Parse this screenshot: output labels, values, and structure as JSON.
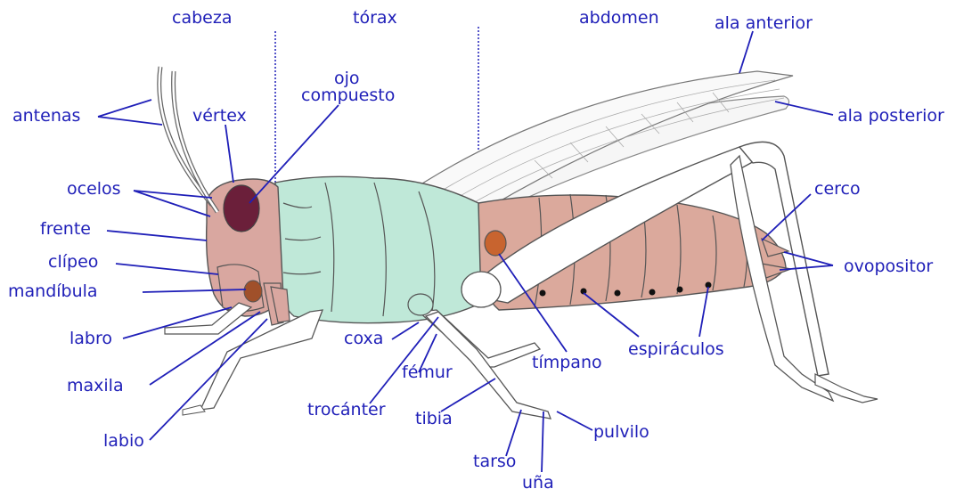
{
  "colors": {
    "label": "#1f1fb8",
    "head": "#d9a7a0",
    "thorax": "#bfe8d8",
    "abdomen": "#dba99c",
    "eye": "#6b1f3a",
    "outline": "#5a5a5a"
  },
  "regions": {
    "head": "cabeza",
    "thorax": "tórax",
    "abdomen": "abdomen"
  },
  "labels": {
    "antennae": "antenas",
    "vertex": "vértex",
    "compound_eye_1": "ojo",
    "compound_eye_2": "compuesto",
    "ocelli": "ocelos",
    "front": "frente",
    "clypeus": "clípeo",
    "mandible": "mandíbula",
    "labrum": "labro",
    "maxilla": "maxila",
    "labium": "labio",
    "coxa": "coxa",
    "femur": "fémur",
    "trochanter": "trocánter",
    "tibia": "tibia",
    "tarsus": "tarso",
    "claw": "uña",
    "pulvillus": "pulvilo",
    "tympanum": "tímpano",
    "spiracles": "espiráculos",
    "forewing": "ala anterior",
    "hindwing": "ala posterior",
    "cercus": "cerco",
    "ovipositor": "ovopositor"
  }
}
